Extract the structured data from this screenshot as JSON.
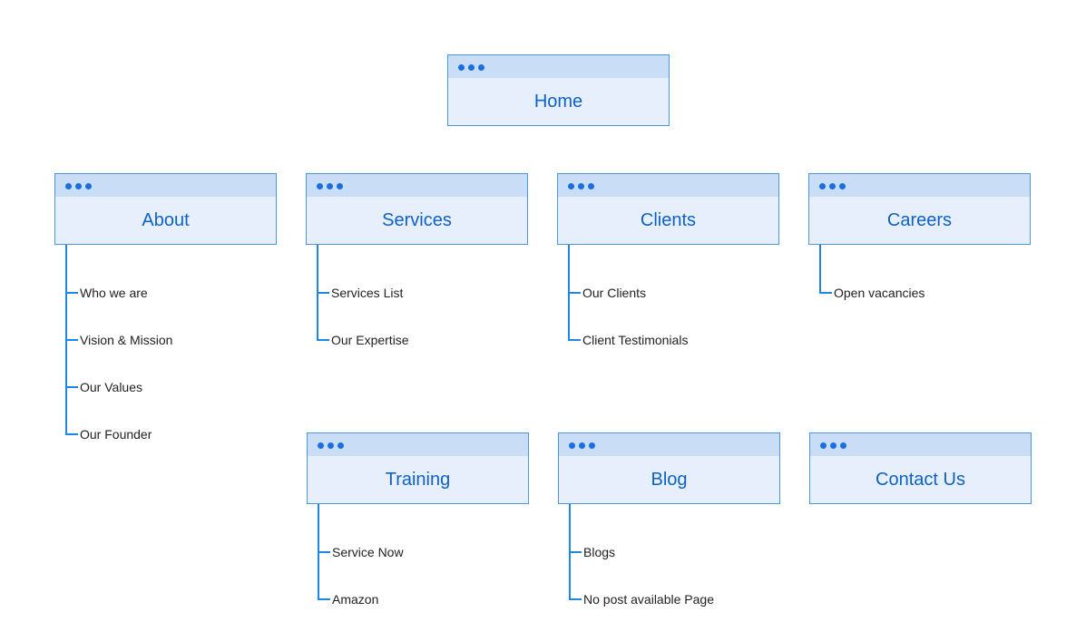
{
  "nodes": [
    {
      "id": "home",
      "label": "Home",
      "children": []
    },
    {
      "id": "about",
      "label": "About",
      "children": [
        "Who we are",
        "Vision & Mission",
        "Our Values",
        "Our Founder"
      ]
    },
    {
      "id": "services",
      "label": "Services",
      "children": [
        "Services List",
        "Our Expertise"
      ]
    },
    {
      "id": "clients",
      "label": "Clients",
      "children": [
        "Our Clients",
        "Client Testimonials"
      ]
    },
    {
      "id": "careers",
      "label": "Careers",
      "children": [
        "Open vacancies"
      ]
    },
    {
      "id": "training",
      "label": "Training",
      "children": [
        "Service Now",
        "Amazon"
      ]
    },
    {
      "id": "blog",
      "label": "Blog",
      "children": [
        "Blogs",
        "No post available Page"
      ]
    },
    {
      "id": "contact",
      "label": "Contact Us",
      "children": []
    }
  ],
  "colors": {
    "card_fill": "#e6effb",
    "card_bar": "#c9ddf6",
    "card_border": "#4a97de",
    "title_text": "#0e62c7",
    "dot": "#1a6ee0",
    "connector": "#1f86e3",
    "item_text": "#222222"
  }
}
